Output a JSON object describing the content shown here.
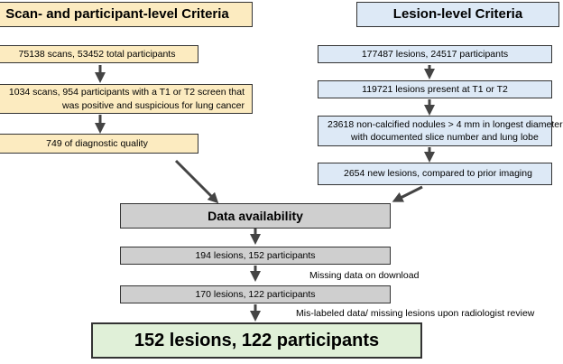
{
  "left_column": {
    "header": "Scan- and participant-level Criteria",
    "steps": [
      "75138 scans, 53452 total participants",
      "1034 scans, 954 participants with a T1 or T2 screen that",
      "was positive and suspicious for lung cancer",
      "749 of diagnostic quality"
    ]
  },
  "right_column": {
    "header": "Lesion-level Criteria",
    "steps": [
      "177487 lesions, 24517 participants",
      "119721 lesions present at T1 or T2",
      "23618 non-calcified nodules > 4 mm in longest diameter",
      "with documented slice number and lung lobe",
      "2654 new lesions, compared to prior imaging"
    ]
  },
  "data_availability": "Data availability",
  "bottom_steps": [
    "194 lesions, 152 participants",
    "170 lesions, 122 participants"
  ],
  "exclusions": [
    "Missing data on download",
    "Mis-labeled data/ missing lesions upon radiologist review"
  ],
  "result": "152 lesions, 122 participants"
}
